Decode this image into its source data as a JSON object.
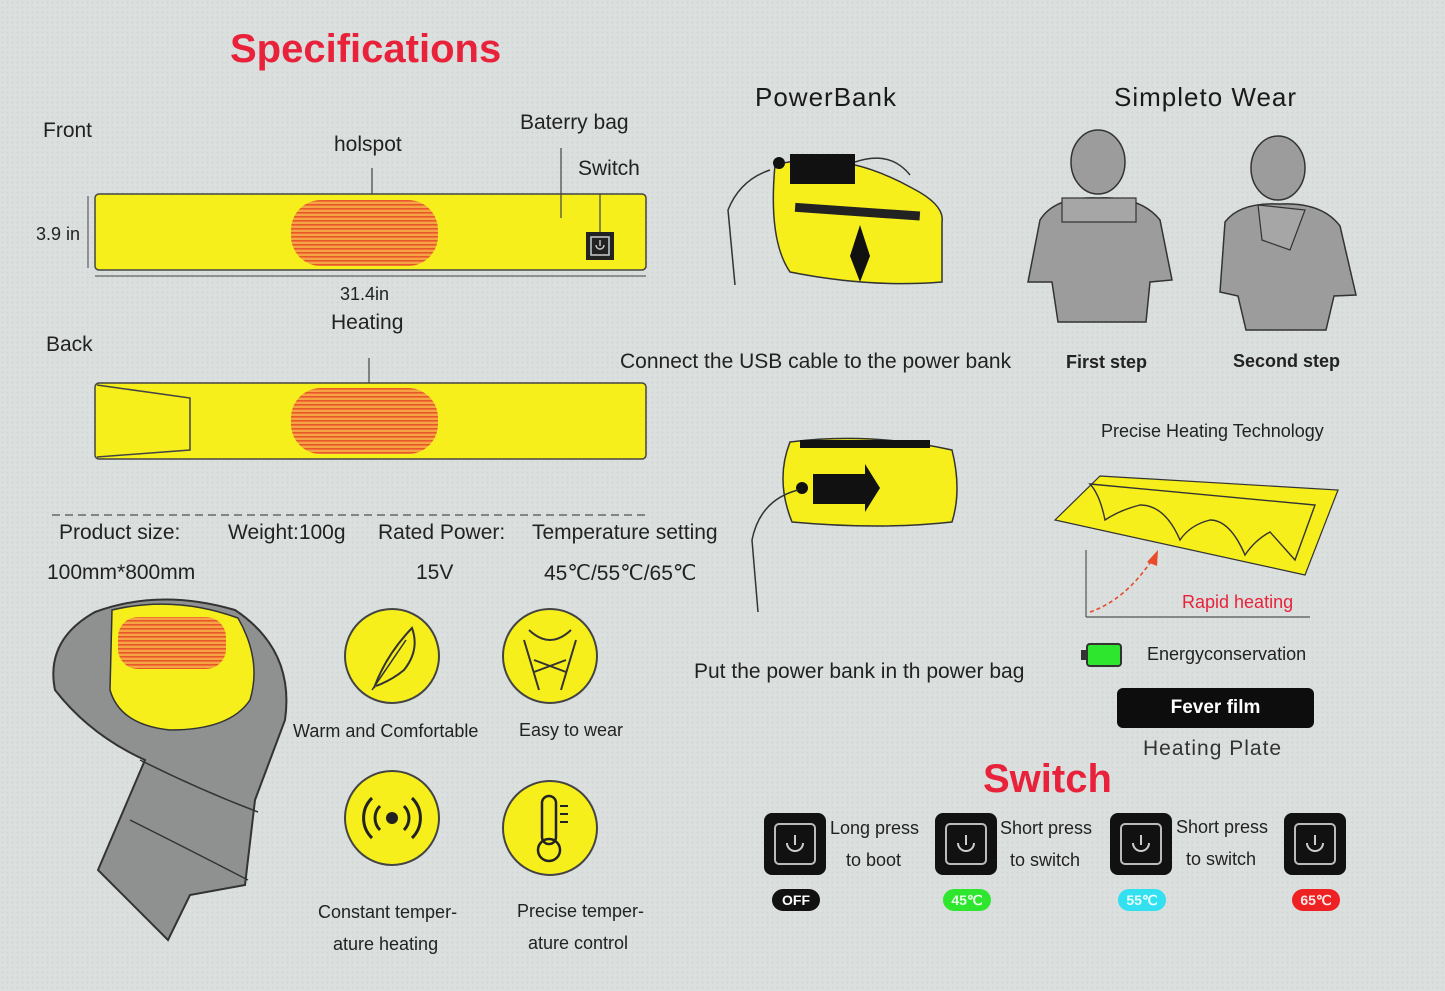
{
  "titles": {
    "specifications": "Specifications",
    "switch": "Switch"
  },
  "front": {
    "label": "Front",
    "hotspot": "holspot",
    "battery_bag": "Baterry bag",
    "switch": "Switch",
    "height": "3.9 in",
    "length": "31.4in"
  },
  "back": {
    "label": "Back",
    "heating": "Heating"
  },
  "specs": {
    "product_size_label": "Product size:",
    "product_size_value": "100mm*800mm",
    "weight": "Weight:100g",
    "rated_power_label": "Rated Power:",
    "rated_power_value": "15V",
    "temp_label": "Temperature setting",
    "temp_value": "45℃/55℃/65℃"
  },
  "features": [
    {
      "label_1": "Warm and Comfortable",
      "label_2": "",
      "icon": "feather-icon"
    },
    {
      "label_1": "Easy to wear",
      "label_2": "",
      "icon": "scarf-icon"
    },
    {
      "label_1": "Constant temper-",
      "label_2": "ature heating",
      "icon": "heat-wave-icon"
    },
    {
      "label_1": "Precise temper-",
      "label_2": "ature control",
      "icon": "thermometer-icon"
    }
  ],
  "powerbank": {
    "title": "PowerBank",
    "caption_1": "Connect the USB cable to the power bank",
    "caption_2": "Put the power bank in th power bag"
  },
  "wear": {
    "title": "Simpleto  Wear",
    "step_1": "First step",
    "step_2": "Second step"
  },
  "heating": {
    "title": "Precise Heating Technology",
    "rapid": "Rapid heating",
    "energy": "Energyconservation",
    "fever_film": "Fever film",
    "plate": "Heating Plate"
  },
  "switch_steps": [
    {
      "line_1": "Long press",
      "line_2": "to boot"
    },
    {
      "line_1": "Short press",
      "line_2": "to switch"
    },
    {
      "line_1": "Short press",
      "line_2": "to switch"
    }
  ],
  "modes": [
    {
      "label": "OFF",
      "color": "#111111",
      "text_color": "#ffffff"
    },
    {
      "label": "45℃",
      "color": "#2ee62e",
      "text_color": "#eaffea"
    },
    {
      "label": "55℃",
      "color": "#33e0f0",
      "text_color": "#eaffff"
    },
    {
      "label": "65℃",
      "color": "#ee2222",
      "text_color": "#ffeaea"
    }
  ],
  "colors": {
    "accent_red": "#e8223a",
    "yellow": "#f6ef1c",
    "heat_orange": "#f4883a",
    "grey_scarf": "#8f9190"
  }
}
